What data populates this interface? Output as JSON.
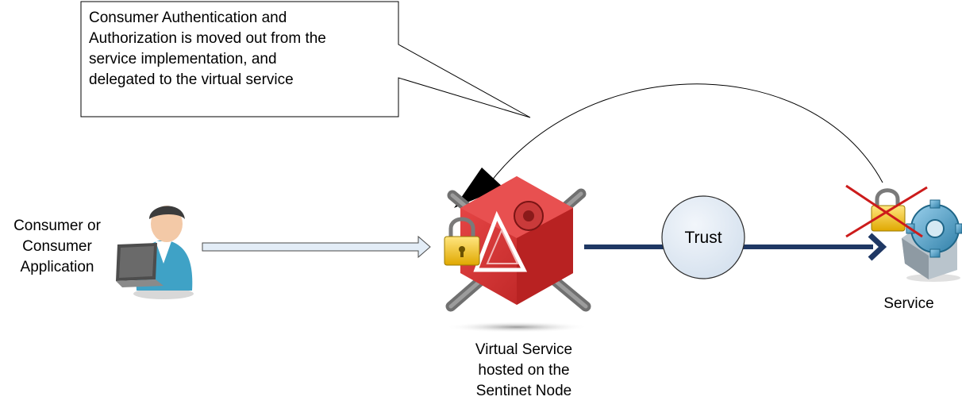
{
  "callout": {
    "lines": [
      "Consumer Authentication and",
      "Authorization is moved out from the",
      "service implementation, and",
      "delegated to the virtual service"
    ]
  },
  "consumer": {
    "lines": [
      "Consumer or",
      "Consumer",
      "Application"
    ],
    "icon": "user-laptop-icon"
  },
  "virtual_service": {
    "lines": [
      "Virtual Service",
      "hosted on the",
      "Sentinet Node"
    ],
    "icon": "sentinet-red-cube-icon"
  },
  "trust": {
    "label": "Trust"
  },
  "service": {
    "label": "Service",
    "icon": "gear-puzzle-icon"
  },
  "colors": {
    "trust_arrow": "#1f3864",
    "cube_red": "#d52b2b",
    "cross_red": "#cc1b1b",
    "lock_yellow": "#f5c518",
    "trust_circle": "#dce6f2",
    "consumer_arrow": "#e3edf7"
  }
}
